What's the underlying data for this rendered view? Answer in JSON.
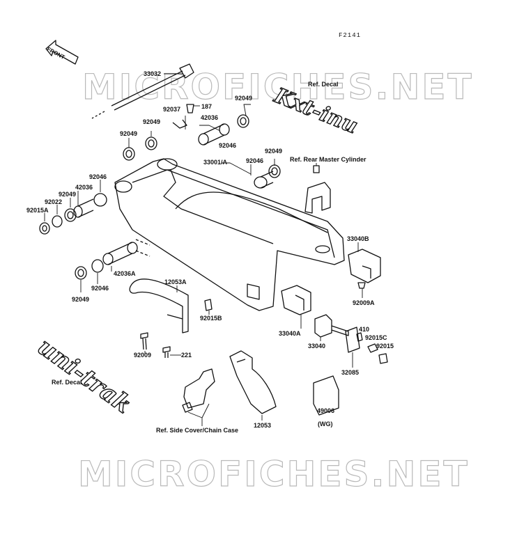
{
  "figure_code": "F2141",
  "watermark": "MICROFICHES.NET",
  "front_arrow": "FRONT",
  "logos": {
    "kxt": "Kxt-inu",
    "unitrak": "uni-trak"
  },
  "parts": {
    "p33032": "33032",
    "p187": "187",
    "p92037": "92037",
    "p42036_top": "42036",
    "p92049_top": "92049",
    "p92046_top": "92046",
    "p92049_l1": "92049",
    "p92049_l2": "92049",
    "p33001A": "33001/A",
    "p92049_mid": "92049",
    "p92046_mid": "92046",
    "p92046_left": "92046",
    "p42036_left": "42036",
    "p92049_left": "92049",
    "p92022": "92022",
    "p92015A": "92015A",
    "p33040B": "33040B",
    "p92009A": "92009A",
    "p42036A": "42036A",
    "p92046_low": "92046",
    "p92049_low": "92049",
    "p12053A": "12053A",
    "p92015B": "92015B",
    "p33040A": "33040A",
    "p33040": "33040",
    "p410": "410",
    "p92015C": "92015C",
    "p92015": "92015",
    "p32085": "32085",
    "p92009": "92009",
    "p221": "221",
    "p12053": "12053",
    "p49006": "49006",
    "wg": "(WG)"
  },
  "refs": {
    "decal_top": "Ref. Decal",
    "rear_master": "Ref. Rear Master Cylinder",
    "decal_left": "Ref. Decal",
    "side_cover": "Ref. Side Cover/Chain Case"
  }
}
